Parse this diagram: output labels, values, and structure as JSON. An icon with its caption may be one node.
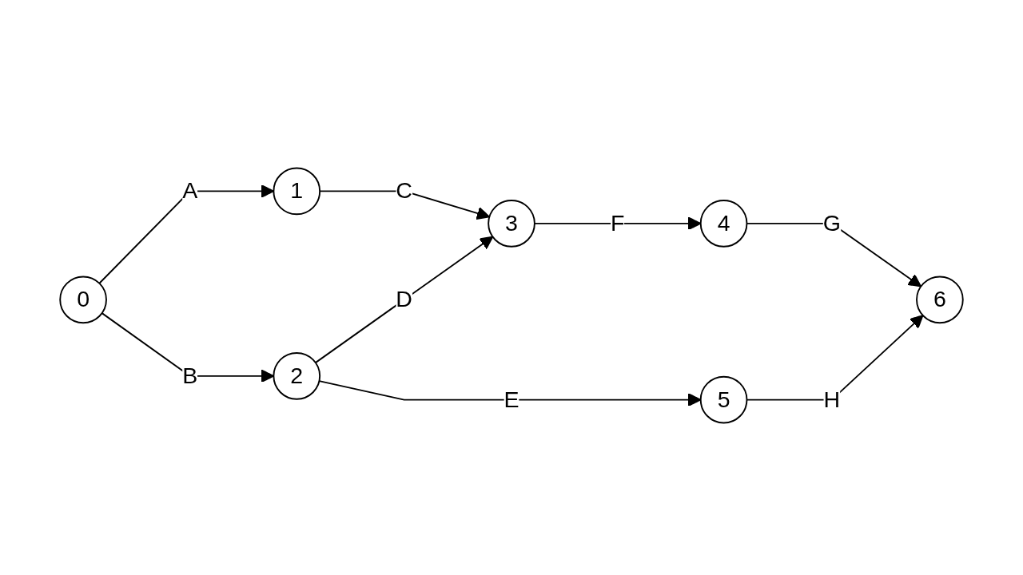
{
  "diagram": {
    "nodes": [
      {
        "text": [
          "0"
        ]
      },
      {
        "text": [
          "1"
        ]
      },
      {
        "text": [
          "2"
        ]
      },
      {
        "text": [
          "3"
        ]
      },
      {
        "text": [
          "4"
        ]
      },
      {
        "text": [
          "5"
        ]
      },
      {
        "text": [
          "6"
        ]
      }
    ],
    "edges": [
      {
        "from": 0,
        "to": 1,
        "arrow": "to",
        "label": "A"
      },
      {
        "from": 0,
        "to": 2,
        "arrow": "to",
        "label": "B"
      },
      {
        "from": 1,
        "to": 3,
        "arrow": "to",
        "label": "C"
      },
      {
        "from": 2,
        "to": 3,
        "arrow": "to",
        "label": "D"
      },
      {
        "from": 2,
        "to": 5,
        "arrow": "to",
        "label": "E"
      },
      {
        "from": 3,
        "to": 4,
        "arrow": "to",
        "label": "F"
      },
      {
        "from": 4,
        "to": 6,
        "arrow": "to",
        "label": "G"
      },
      {
        "from": 5,
        "to": 6,
        "arrow": "to",
        "label": "H"
      }
    ]
  }
}
